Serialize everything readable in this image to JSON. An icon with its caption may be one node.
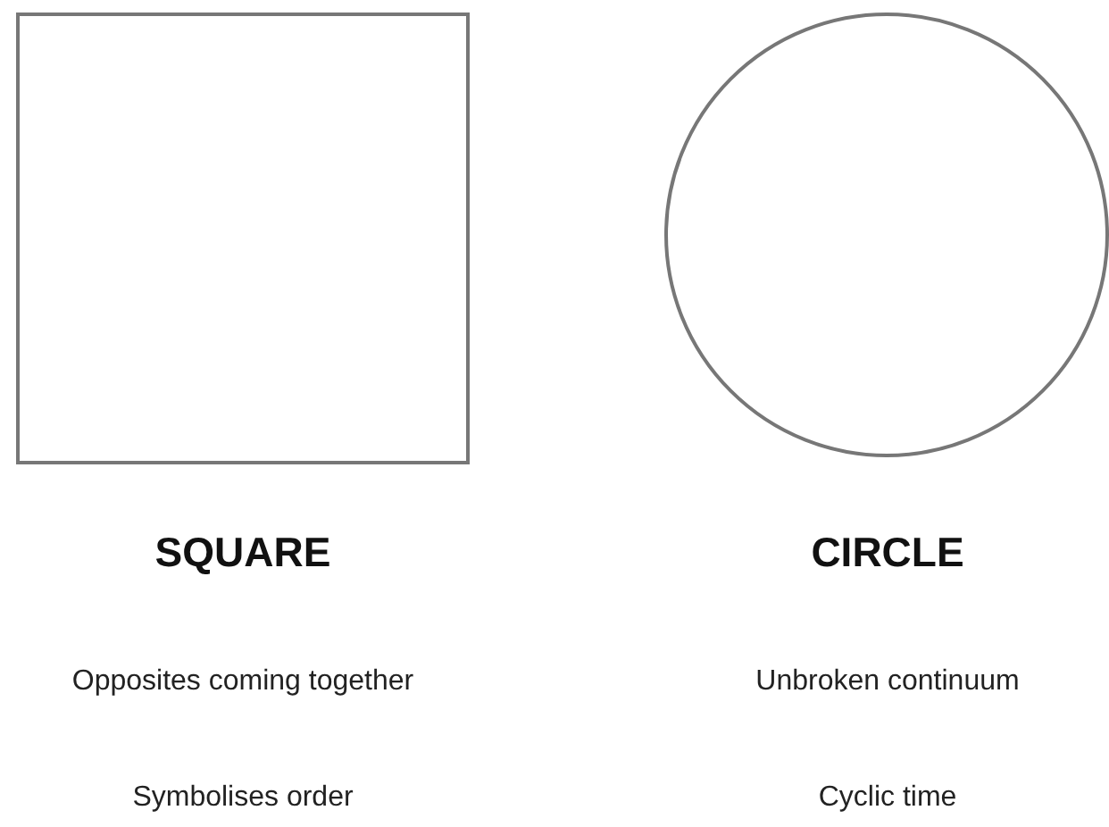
{
  "diagram": {
    "nodes": [
      {
        "text": [],
        "shape": "box",
        "beside": [
          "SQUARE",
          "Opposites coming together",
          "Symbolises order"
        ]
      },
      {
        "text": [],
        "shape": "circle",
        "beside": [
          "CIRCLE",
          "Unbroken continuum",
          "Cyclic time"
        ]
      }
    ]
  }
}
